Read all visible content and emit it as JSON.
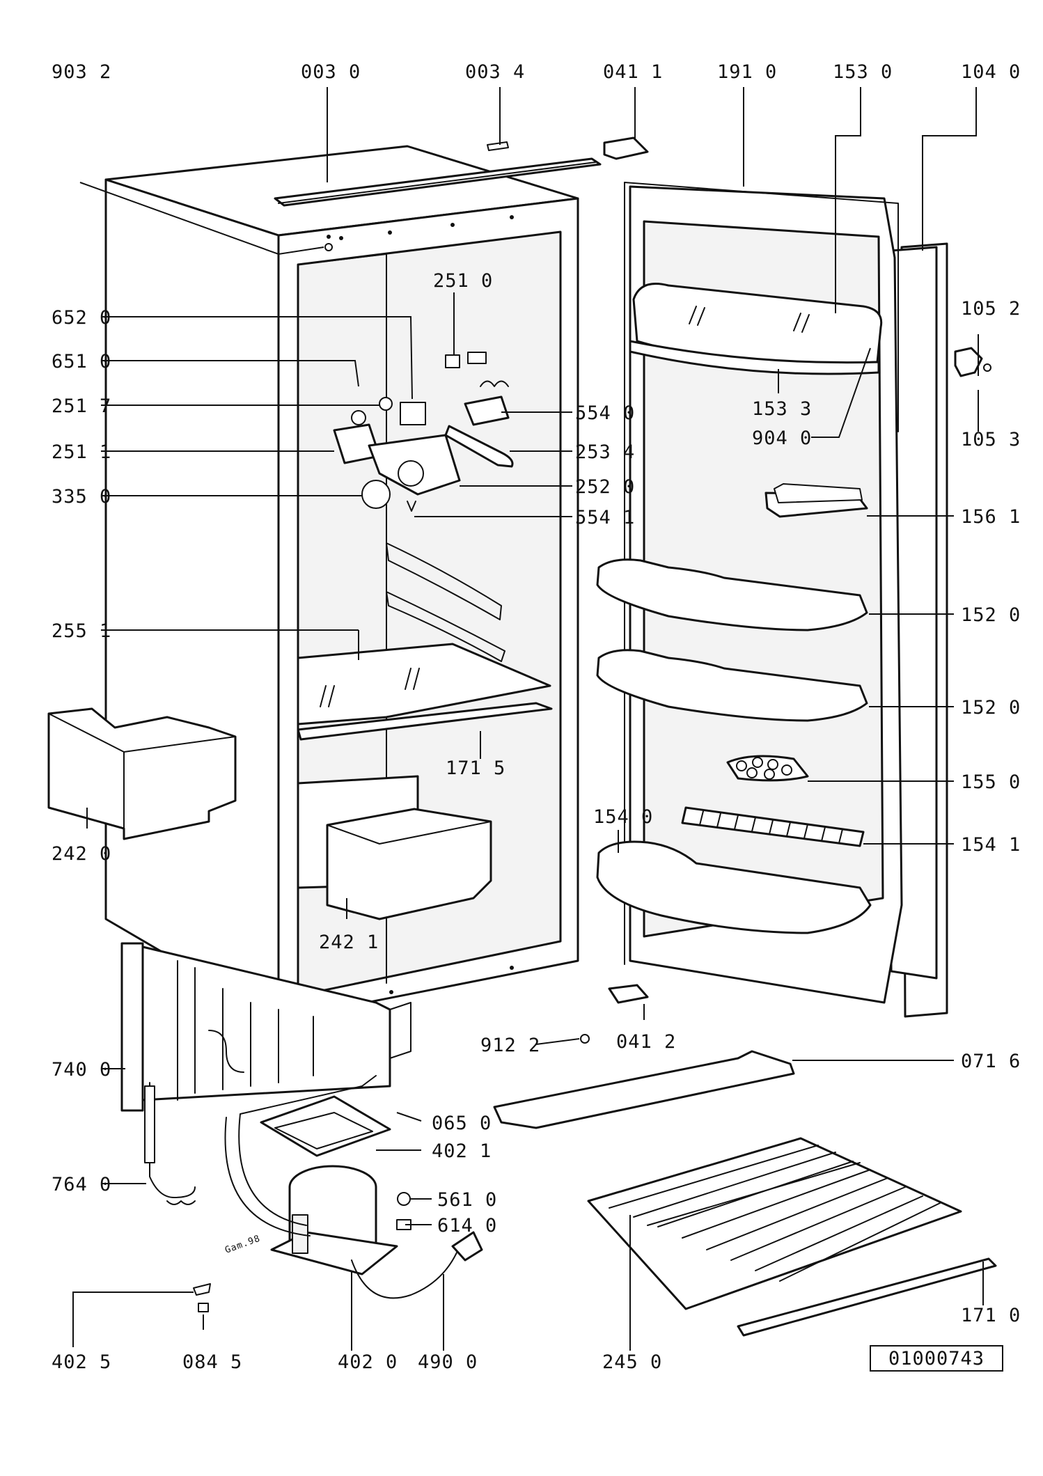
{
  "diagram": {
    "reference_code": "01000743",
    "stamp": "Gam.98",
    "parts": {
      "p9032": "903 2",
      "p0030": "003 0",
      "p0034": "003 4",
      "p0411": "041 1",
      "p1910": "191 0",
      "p1530": "153 0",
      "p1040": "104 0",
      "p6520": "652 0",
      "p6510": "651 0",
      "p2517": "251 7",
      "p2511": "251 1",
      "p3350": "335 0",
      "p2510": "251 0",
      "p5540": "554 0",
      "p2534": "253 4",
      "p2520": "252 0",
      "p5541": "554 1",
      "p1533": "153 3",
      "p9040": "904 0",
      "p1052": "105 2",
      "p1053": "105 3",
      "p1561": "156 1",
      "p2551": "255 1",
      "p1520a": "152 0",
      "p1520b": "152 0",
      "p1715": "171 5",
      "p1550": "155 0",
      "p2420": "242 0",
      "p1540": "154 0",
      "p1541": "154 1",
      "p2421": "242 1",
      "p9122": "912 2",
      "p0412": "041 2",
      "p7400": "740 0",
      "p0716": "071 6",
      "p0650": "065 0",
      "p4021": "402 1",
      "p7640": "764 0",
      "p5610": "561 0",
      "p6140": "614 0",
      "p1710": "171 0",
      "p4025": "402 5",
      "p0845": "084 5",
      "p4020": "402 0",
      "p4900": "490 0",
      "p2450": "245 0"
    }
  }
}
